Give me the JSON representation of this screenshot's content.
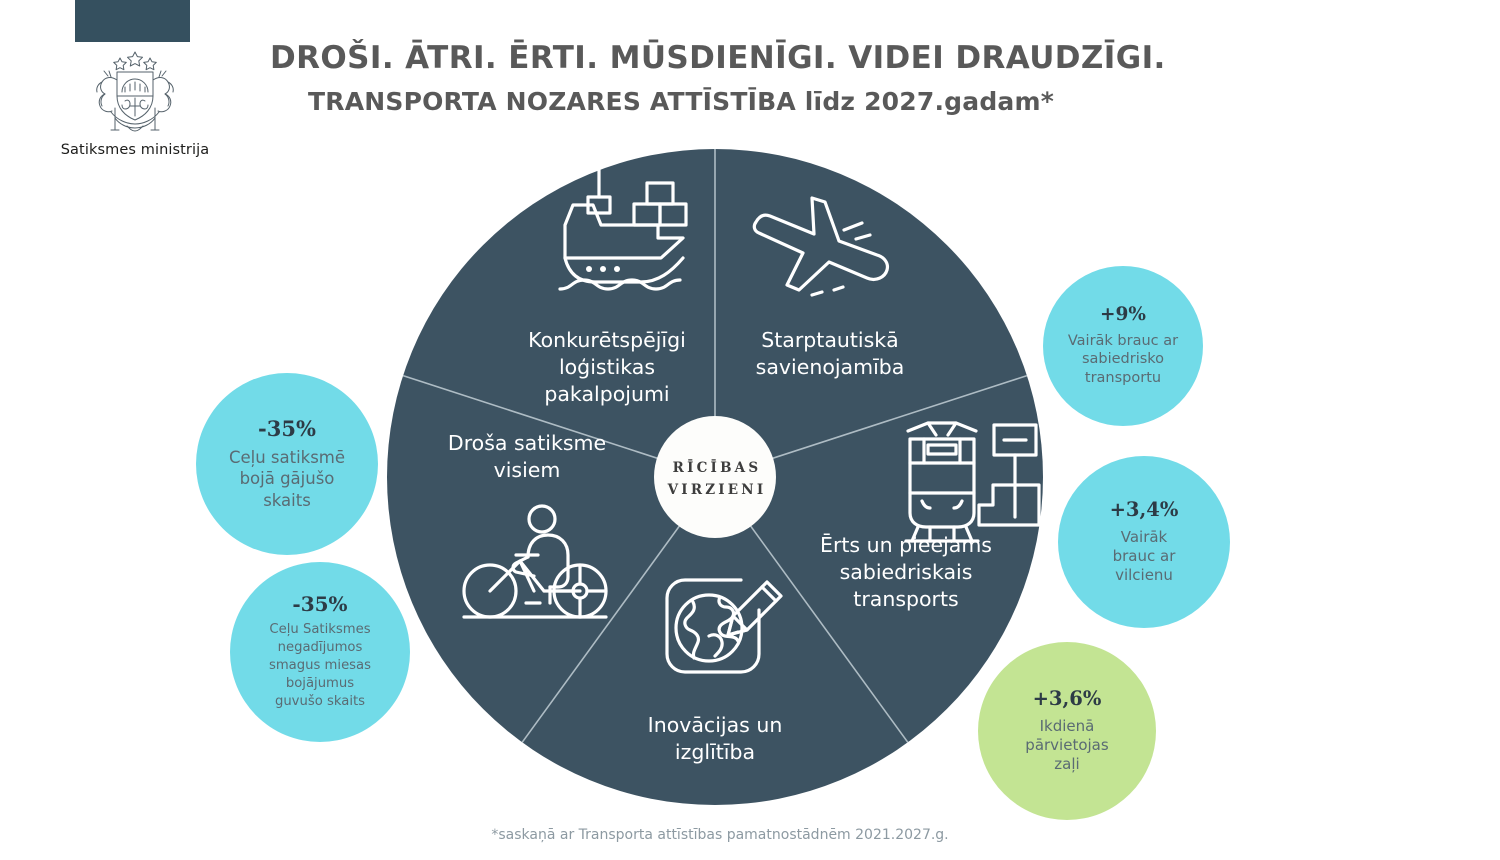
{
  "brand": {
    "caption": "Satiksmes ministrija",
    "bar_color": "#35505f",
    "crest_name": "latvian-coat-of-arms"
  },
  "header": {
    "title": "DROŠI. ĀTRI. ĒRTI. MŪSDIENĪGI. VIDEI DRAUDZĪGI.",
    "subtitle": "TRANSPORTA NOZARES ATTĪSTĪBA līdz 2027.gadam*"
  },
  "wheel": {
    "hub_line1": "RĪCĪBAS",
    "hub_line2": "VIRZIENI",
    "segment_color": "#3d5362",
    "divider_color": "#aebcc4",
    "segments": [
      {
        "id": "logistics",
        "icon": "cargo-ship-icon",
        "lines": [
          "Konkurētspējīgi",
          "loģistikas",
          "pakalpojumi"
        ]
      },
      {
        "id": "connectivity",
        "icon": "airplane-takeoff-icon",
        "lines": [
          "Starptautiskā",
          "savienojamība"
        ]
      },
      {
        "id": "public-transport",
        "icon": "tram-stop-icon",
        "lines": [
          "Ērts un pieejams",
          "sabiedriskais",
          "transports"
        ]
      },
      {
        "id": "innovation",
        "icon": "globe-pencil-icon",
        "lines": [
          "Inovācijas un",
          "izglītība"
        ]
      },
      {
        "id": "road-safety",
        "icon": "cyclist-icon",
        "lines": [
          "Droša satiksme",
          "visiem"
        ]
      }
    ]
  },
  "bubbles": [
    {
      "id": "pedestrians",
      "value": "-35%",
      "color": "#72dbe8",
      "lines": [
        "Ceļu satiksmē",
        "bojā gājušo",
        "skaits"
      ]
    },
    {
      "id": "injuries",
      "value": "-35%",
      "color": "#72dbe8",
      "lines": [
        "Ceļu Satiksmes",
        "negadījumos",
        "smagus miesas",
        "bojājumus",
        "guvušo skaits"
      ]
    },
    {
      "id": "public-transport-use",
      "value": "+9%",
      "color": "#72dbe8",
      "lines": [
        "Vairāk brauc ar",
        "sabiedrisko",
        "transportu"
      ]
    },
    {
      "id": "train-use",
      "value": "+3,4%",
      "color": "#72dbe8",
      "lines": [
        "Vairāk",
        "brauc ar",
        "vilcienu"
      ]
    },
    {
      "id": "green-mobility",
      "value": "+3,6%",
      "color": "#c3e493",
      "lines": [
        "Ikdienā",
        "pārvietojas",
        "zaļi"
      ]
    }
  ],
  "footnote": "*saskaņā ar Transporta attīstības pamatnostādnēm  2021.2027.g."
}
